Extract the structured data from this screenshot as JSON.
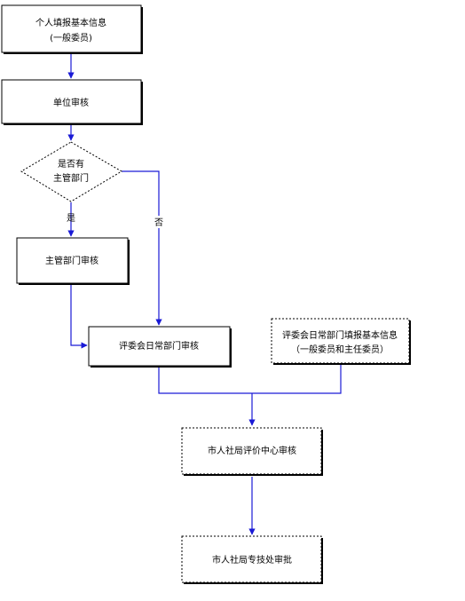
{
  "nodes": {
    "personal_info": {
      "line1": "个人填报基本信息",
      "line2": "(一般委员)"
    },
    "unit_review": {
      "label": "单位审核"
    },
    "decision": {
      "line1": "是否有",
      "line2": "主管部门"
    },
    "dept_review": {
      "label": "主管部门审核"
    },
    "committee_review": {
      "label": "评委会日常部门审核"
    },
    "committee_info": {
      "line1": "评委会日常部门填报基本信息",
      "line2": "（一般委员和主任委员）"
    },
    "center_review": {
      "label": "市人社局评价中心审核"
    },
    "final_approval": {
      "label": "市人社局专技处审批"
    }
  },
  "edges": {
    "yes_label": "是",
    "no_label": "否"
  },
  "colors": {
    "connector": "#1a1ad6",
    "border": "#000000"
  }
}
